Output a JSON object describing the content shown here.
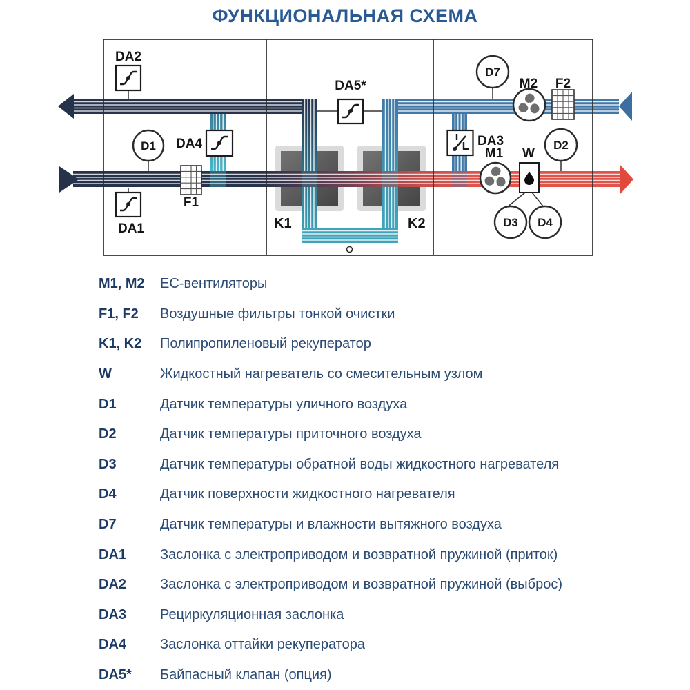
{
  "title": "ФУНКЦИОНАЛЬНАЯ СХЕМА",
  "colors": {
    "title_blue": "#2a5a94",
    "duct_navy": "#26334b",
    "duct_blue": "#4278a7",
    "duct_teal": "#3fa3b9",
    "duct_red": "#e2544a",
    "legend_key": "#1c3a64",
    "legend_text": "#2c4b73"
  },
  "diagram": {
    "labels": {
      "da1": "DA1",
      "da2": "DA2",
      "da3": "DA3",
      "da4": "DA4",
      "da5": "DA5*",
      "d1": "D1",
      "d2": "D2",
      "d3": "D3",
      "d4": "D4",
      "d7": "D7",
      "m1": "M1",
      "m2": "M2",
      "f1": "F1",
      "f2": "F2",
      "k1": "K1",
      "k2": "K2",
      "w": "W"
    }
  },
  "legend": {
    "rows": [
      {
        "key": "M1, M2",
        "text": "ЕС-вентиляторы"
      },
      {
        "key": "F1, F2",
        "text": "Воздушные фильтры тонкой очистки"
      },
      {
        "key": "K1, K2",
        "text": "Полипропиленовый рекуператор"
      },
      {
        "key": "W",
        "text": "Жидкостный нагреватель со смесительным узлом"
      },
      {
        "key": "D1",
        "text": "Датчик температуры уличного воздуха"
      },
      {
        "key": "D2",
        "text": "Датчик температуры приточного воздуха"
      },
      {
        "key": "D3",
        "text": "Датчик температуры обратной воды жидкостного нагревателя"
      },
      {
        "key": "D4",
        "text": "Датчик поверхности жидкостного нагревателя"
      },
      {
        "key": "D7",
        "text": "Датчик температуры и влажности вытяжного воздуха"
      },
      {
        "key": "DA1",
        "text": "Заслонка с электроприводом и возвратной пружиной (приток)"
      },
      {
        "key": "DA2",
        "text": "Заслонка с электроприводом и возвратной пружиной (выброс)"
      },
      {
        "key": "DA3",
        "text": "Рециркуляционная заслонка"
      },
      {
        "key": "DA4",
        "text": "Заслонка оттайки рекуператора"
      },
      {
        "key": "DA5*",
        "text": "Байпасный клапан (опция)"
      }
    ]
  }
}
